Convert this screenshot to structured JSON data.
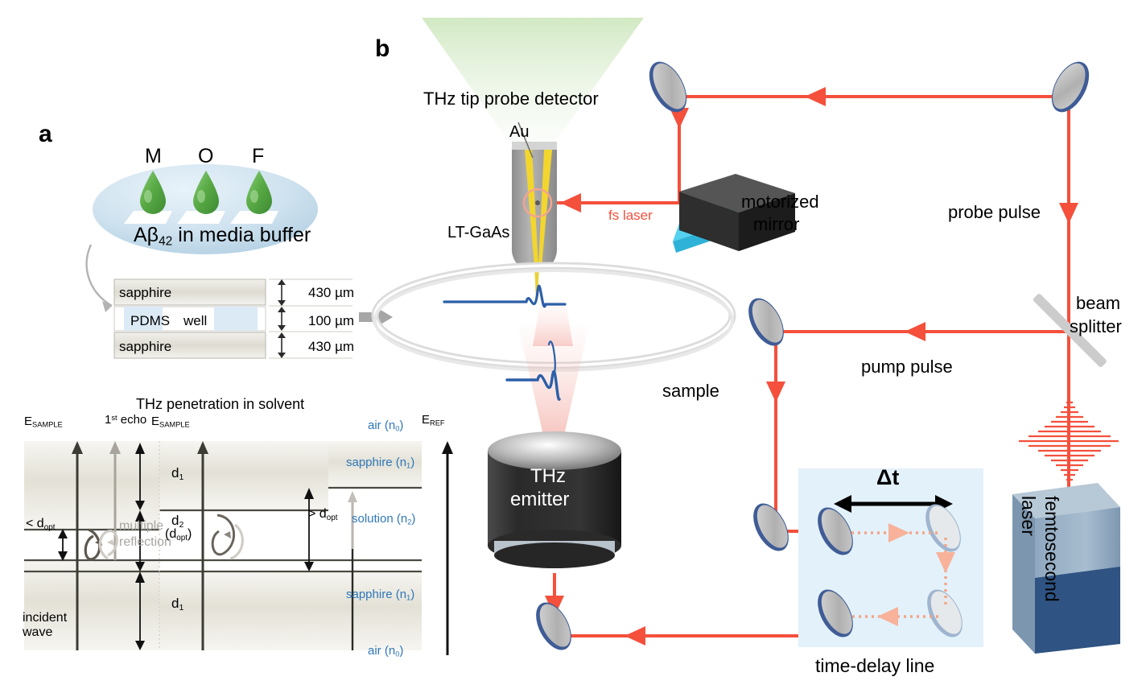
{
  "figure": {
    "panel_a_letter": "a",
    "panel_b_letter": "b"
  },
  "panel_a": {
    "dish": {
      "droplet_labels": [
        "M",
        "O",
        "F"
      ],
      "caption_pre": "Aβ",
      "caption_sub": "42",
      "caption_post": " in media buffer"
    },
    "stack": {
      "layers": [
        {
          "name": "sapphire",
          "thickness": "430 µm"
        },
        {
          "name": "PDMS",
          "name2": "well",
          "thickness": "100 µm"
        },
        {
          "name": "sapphire",
          "thickness": "430 µm"
        }
      ]
    },
    "penetration": {
      "title": "THz penetration in solvent",
      "e_sample_left": "E",
      "e_sample_left_sub": "SAMPLE",
      "first_echo_pre": "1",
      "first_echo_sup": "st",
      "first_echo_post": " echo",
      "e_sample_mid": "E",
      "e_sample_mid_sub": "SAMPLE",
      "e_ref": "E",
      "e_ref_sub": "REF",
      "lt_dopt_pre": "< d",
      "lt_dopt_sub": "opt",
      "gt_dopt_pre": "> d",
      "gt_dopt_sub": "opt",
      "multiple_reflection_line1": "multiple",
      "multiple_reflection_line2": "reflection",
      "incident_line1": "incident",
      "incident_line2": "wave",
      "d1_a": "d",
      "d1_a_sub": "1",
      "d2": "d",
      "d2_sub": "2",
      "d2_opt_pre": "(d",
      "d2_opt_sub": "opt",
      "d2_opt_post": ")",
      "d1_b": "d",
      "d1_b_sub": "1",
      "media": [
        {
          "label": "air (n",
          "sub": "0",
          "post": ")"
        },
        {
          "label": "sapphire (n",
          "sub": "1",
          "post": ")"
        },
        {
          "label": "solution (n",
          "sub": "2",
          "post": ")"
        },
        {
          "label": "sapphire (n",
          "sub": "1",
          "post": ")"
        },
        {
          "label": "air (n",
          "sub": "0",
          "post": ")"
        }
      ]
    }
  },
  "panel_b": {
    "labels": {
      "thz_tip_probe_detector": "THz tip probe detector",
      "au": "Au",
      "lt_gaas": "LT-GaAs",
      "fs_laser": "fs laser",
      "motorized_mirror_l1": "motorized",
      "motorized_mirror_l2": "mirror",
      "probe_pulse": "probe pulse",
      "beam_splitter_l1": "beam",
      "beam_splitter_l2": "splitter",
      "pump_pulse": "pump pulse",
      "sample": "sample",
      "thz_emitter_l1": "THz",
      "thz_emitter_l2": "emitter",
      "delta_t": "Δt",
      "time_delay_line": "time-delay line",
      "femtosecond_l1": "femtosecond",
      "femtosecond_l2": "laser"
    }
  },
  "colors": {
    "beam_red": "#f4503c",
    "beam_red_light": "#f8836a",
    "mirror_rim": "#3f5c96",
    "mirror_face": "#b7b7b7",
    "laser_box_top": "#9db4c9",
    "laser_box_bottom": "#2f5382",
    "delay_box_bg": "#e3f1fa",
    "emitter_dark": "#2f2f2f",
    "tip_gray": "#a3a3a3",
    "tip_gold": "#f0d32a",
    "cone_green": "#cfe3c2",
    "dish_blue": "#c6dcea",
    "droplet_green": "#59ad4a",
    "label_blue": "#2e77bb",
    "prism_cyan": "#46c5e3",
    "box_black": "#3a3a3a",
    "waveform_blue": "#2c5fa8"
  }
}
